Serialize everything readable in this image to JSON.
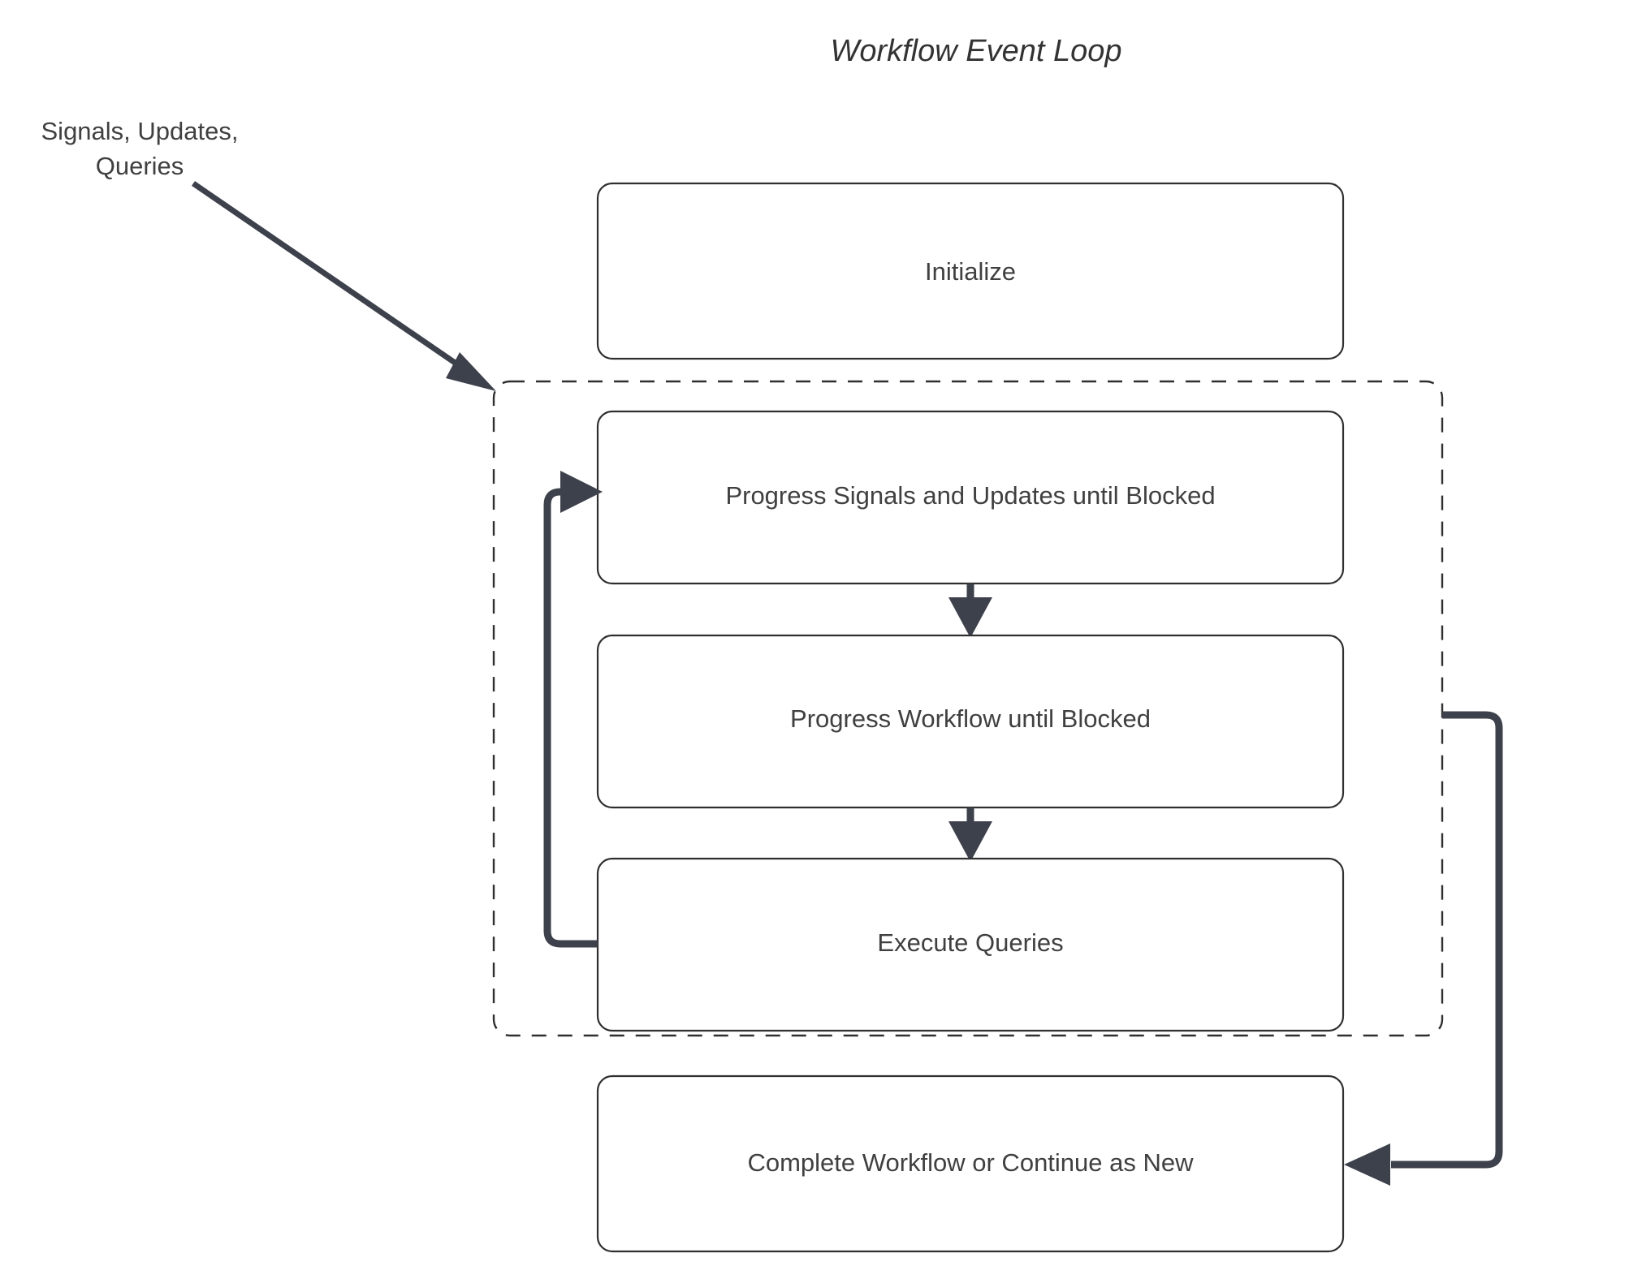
{
  "diagram": {
    "title": "Workflow Event Loop",
    "external_input": {
      "line1": "Signals, Updates,",
      "line2": "Queries"
    },
    "nodes": [
      {
        "id": "initialize",
        "label": "Initialize"
      },
      {
        "id": "progress-signals",
        "label": "Progress Signals and Updates until Blocked"
      },
      {
        "id": "progress-workflow",
        "label": "Progress Workflow until Blocked"
      },
      {
        "id": "execute-queries",
        "label": "Execute Queries"
      },
      {
        "id": "complete-workflow",
        "label": "Complete Workflow or Continue as New"
      }
    ],
    "colors": {
      "background": "#ffffff",
      "node_border": "#2f2f2f",
      "node_fill": "#ffffff",
      "group_border": "#2f2f2f",
      "connector": "#3d414b",
      "text": "#404040",
      "title_text": "#333333"
    }
  }
}
